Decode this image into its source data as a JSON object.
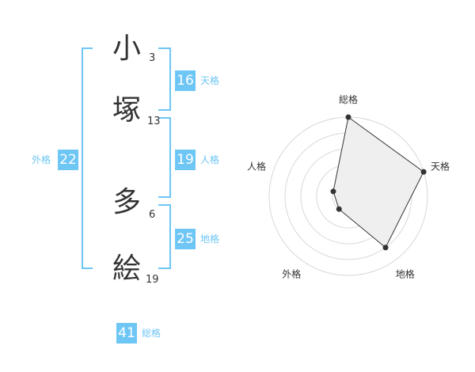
{
  "name": {
    "chars": [
      {
        "char": "小",
        "strokes": "3"
      },
      {
        "char": "塚",
        "strokes": "13"
      },
      {
        "char": "多",
        "strokes": "6"
      },
      {
        "char": "絵",
        "strokes": "19"
      }
    ]
  },
  "kaku": {
    "tenkaku": {
      "value": "16",
      "label": "天格"
    },
    "jinkaku": {
      "value": "19",
      "label": "人格"
    },
    "chikaku": {
      "value": "25",
      "label": "地格"
    },
    "gaikaku": {
      "value": "22",
      "label": "外格"
    },
    "soukaku": {
      "value": "41",
      "label": "総格"
    }
  },
  "colors": {
    "accent": "#6ec6f5",
    "text": "#333333"
  },
  "chart_data": {
    "type": "radar",
    "axes": [
      "総格",
      "天格",
      "地格",
      "外格",
      "人格"
    ],
    "values": [
      5,
      5,
      4,
      1,
      1
    ],
    "rmax": 5,
    "grid_rings": 5
  }
}
